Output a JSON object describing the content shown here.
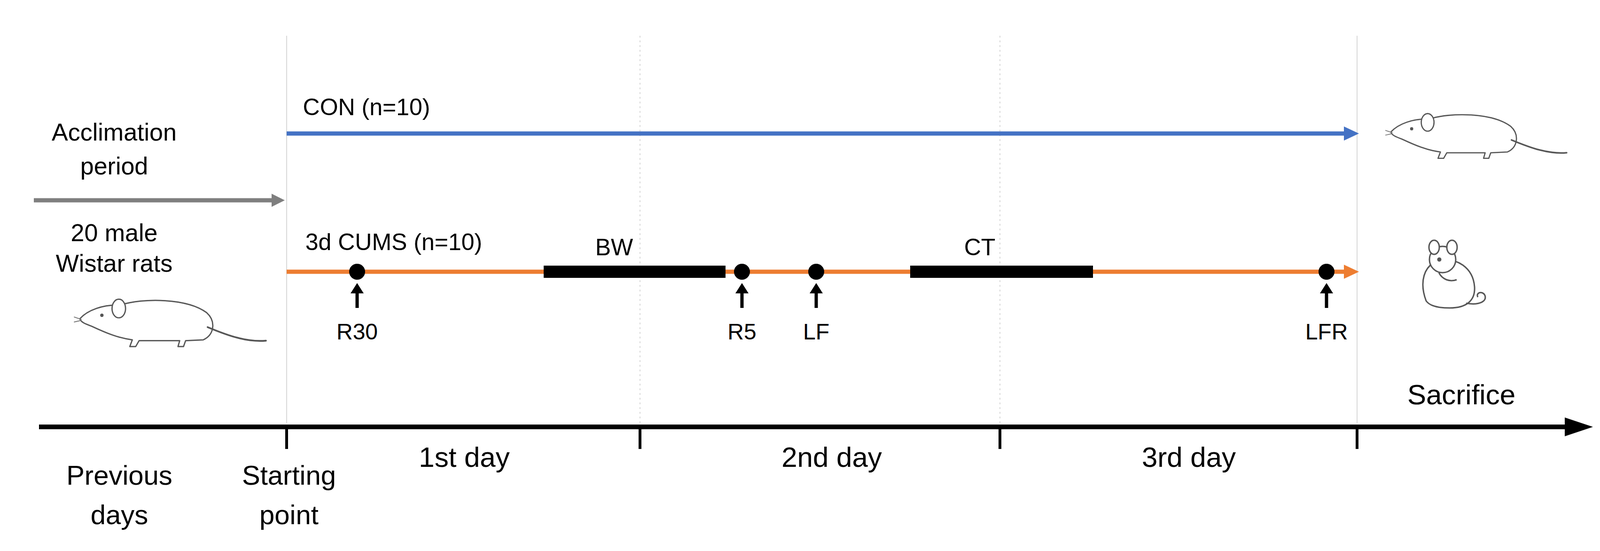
{
  "diagram": {
    "labels": [
      "Acclimation period",
      "20 male Wistar rats",
      "CON (n=10)",
      "3d CUMS (n=10)",
      "BW",
      "CT",
      "R30",
      "R5",
      "LF",
      "LFR",
      "Sacrifice",
      "Previous days",
      "Starting point",
      "1st day",
      "2nd day",
      "3rd day"
    ]
  }
}
